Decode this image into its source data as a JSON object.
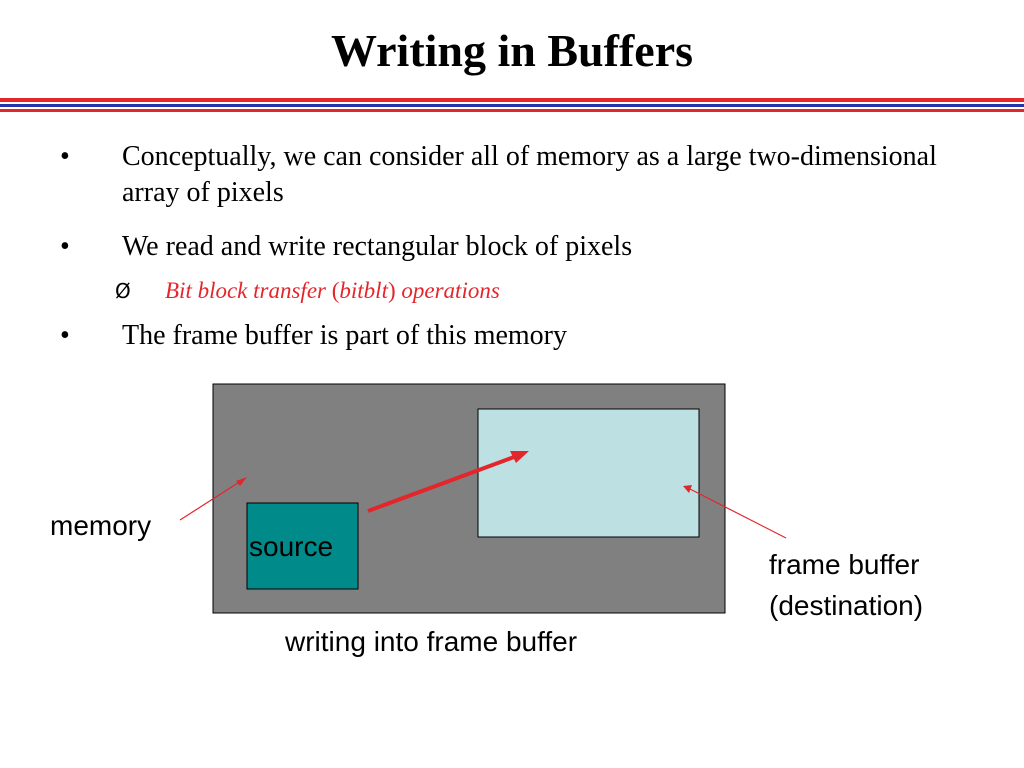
{
  "slide": {
    "title": "Writing in Buffers",
    "bullets": [
      {
        "marker": "•",
        "text": "Conceptually, we can consider all of memory as a large two-dimensional array of pixels"
      },
      {
        "marker": "•",
        "text": "We read and write rectangular block of pixels"
      },
      {
        "marker": "•",
        "text": "The frame buffer is part of this memory"
      }
    ],
    "sub_bullet": {
      "marker": "Ø",
      "text_before": "Bit block transfer ",
      "paren_open": "(",
      "text_middle": "bitblt",
      "paren_close": ")",
      "text_after": " operations"
    }
  },
  "diagram": {
    "source_label": "source",
    "memory_label": "memory",
    "frame_buffer_label_line1": "frame buffer",
    "frame_buffer_label_line2": "(destination)",
    "caption": "writing into frame buffer",
    "colors": {
      "memory_fill": "#808080",
      "source_fill": "#008a8a",
      "frame_buffer_fill": "#bde0e3",
      "arrow": "#e3262c",
      "rule_red": "#e3262c",
      "rule_blue": "#2433a8"
    }
  }
}
